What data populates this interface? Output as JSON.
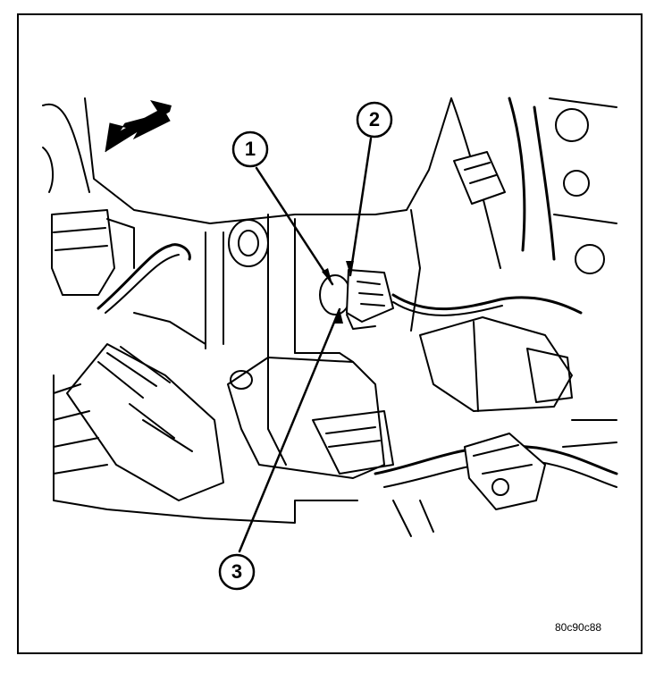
{
  "callouts": [
    {
      "label": "1"
    },
    {
      "label": "2"
    },
    {
      "label": "3"
    }
  ],
  "figure_code": "80c90c88",
  "colors": {
    "line": "#000000",
    "paper": "#ffffff"
  }
}
